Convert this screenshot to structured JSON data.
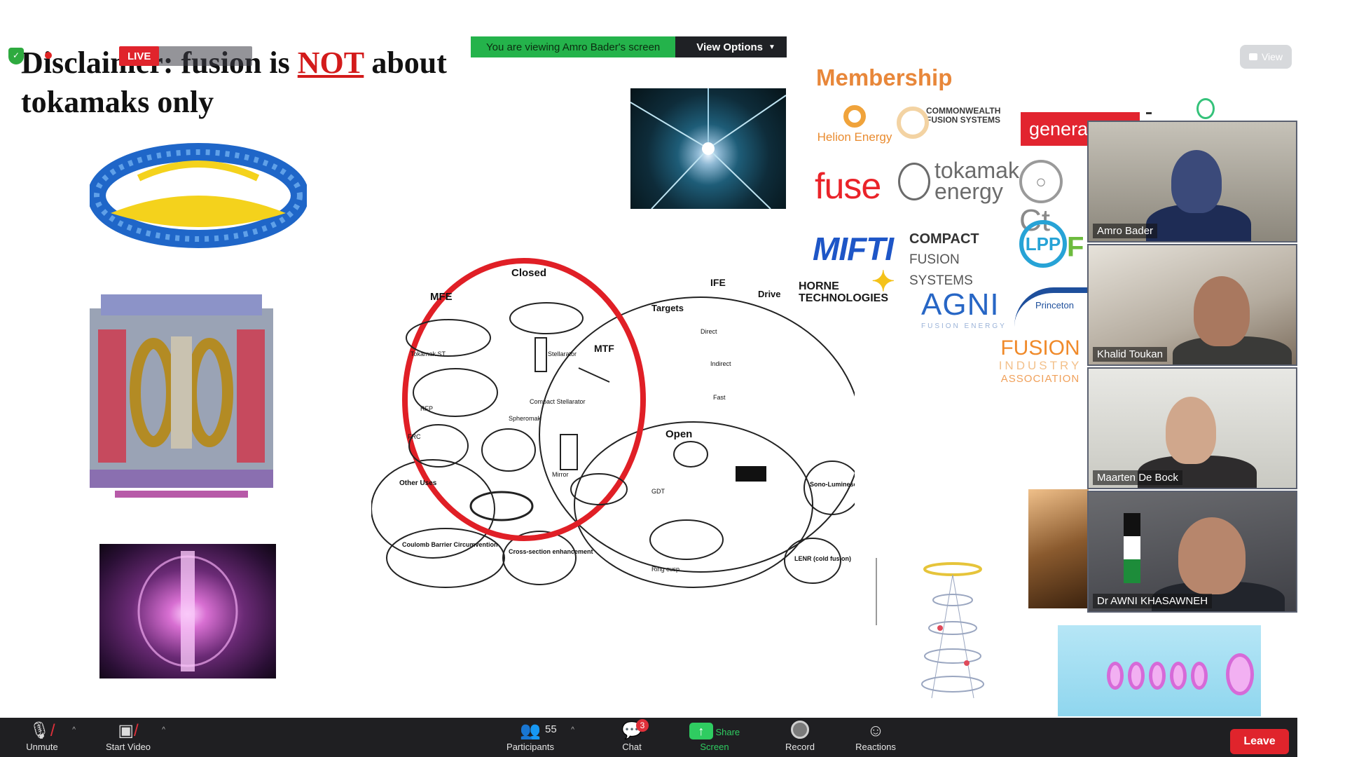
{
  "share_banner": {
    "message": "You are viewing Amro Bader's screen",
    "view_options": "View Options"
  },
  "overlay": {
    "live_badge": "LIVE",
    "view_button": "View"
  },
  "slide": {
    "title_prefix": "Disclaimer: fusion is ",
    "title_emphasis": "NOT",
    "title_suffix": " about tokamaks only",
    "membership_title": "Membership",
    "logos": {
      "helion": "Helion Energy",
      "cfs": "COMMONWEALTH FUSION SYSTEMS",
      "general": "generalf",
      "fuse": "fuse",
      "tokamak_1": "tokamak",
      "tokamak_2": "energy",
      "ct": "Ct",
      "mifti": "MIFTI",
      "compact_1": "COMPACT",
      "compact_2": "FUSION SYSTEMS",
      "lpp": "LPP",
      "lpp_f": "F",
      "horne_1": "HORNE",
      "horne_2": "TECHNOLOGIES",
      "agni": "AGNI",
      "agni_sub": "FUSION ENERGY",
      "princeton": "Princeton",
      "fia_1": "FUSION",
      "fia_2": "INDUSTRY",
      "fia_3": "ASSOCIATION"
    },
    "diagram": {
      "closed": "Closed",
      "mfe": "MFE",
      "ife": "IFE",
      "mtf": "MTF",
      "targets": "Targets",
      "drive": "Drive",
      "open": "Open",
      "tokamak": "Tokamak ST",
      "stellarator": "Stellarator",
      "spheromak": "Spheromak",
      "compact_stellarator": "Compact Stellarator",
      "rfp": "RFP",
      "frc": "FRC",
      "mirror": "Mirror",
      "direct": "Direct",
      "indirect": "Indirect",
      "fast": "Fast",
      "other_uses": "Other Uses",
      "coulomb_barrier": "Coulomb Barrier Circumvention",
      "cross_section": "Cross-section enhancement",
      "sono": "Sono-Luminescence",
      "lenr": "LENR (cold fusion)",
      "ring_cusp": "Ring cusp",
      "gdt": "GDT"
    }
  },
  "gallery": {
    "participants": [
      {
        "name": "Amro Bader"
      },
      {
        "name": "Khalid Toukan"
      },
      {
        "name": "Maarten De Bock"
      },
      {
        "name": "Dr AWNI KHASAWNEH"
      }
    ]
  },
  "toolbar": {
    "unmute": "Unmute",
    "start_video": "Start Video",
    "participants": "Participants",
    "participants_count": "55",
    "chat": "Chat",
    "chat_badge": "3",
    "share_screen": "Share Screen",
    "record": "Record",
    "reactions": "Reactions",
    "leave": "Leave"
  },
  "colors": {
    "share_green": "#24b34b",
    "leave_red": "#e0242c",
    "title_emphasis": "#d31b1b",
    "membership_orange": "#e8873a",
    "toolbar_bg": "#1f1f22",
    "diagram_circle_red": "#e01f26"
  },
  "icons": {
    "unmute": "microphone-muted-icon",
    "start_video": "camera-off-icon",
    "participants": "people-icon",
    "chat": "chat-bubble-icon",
    "share_screen": "share-screen-arrow-icon",
    "record": "record-circle-icon",
    "reactions": "smiley-plus-icon",
    "security": "shield-icon"
  }
}
